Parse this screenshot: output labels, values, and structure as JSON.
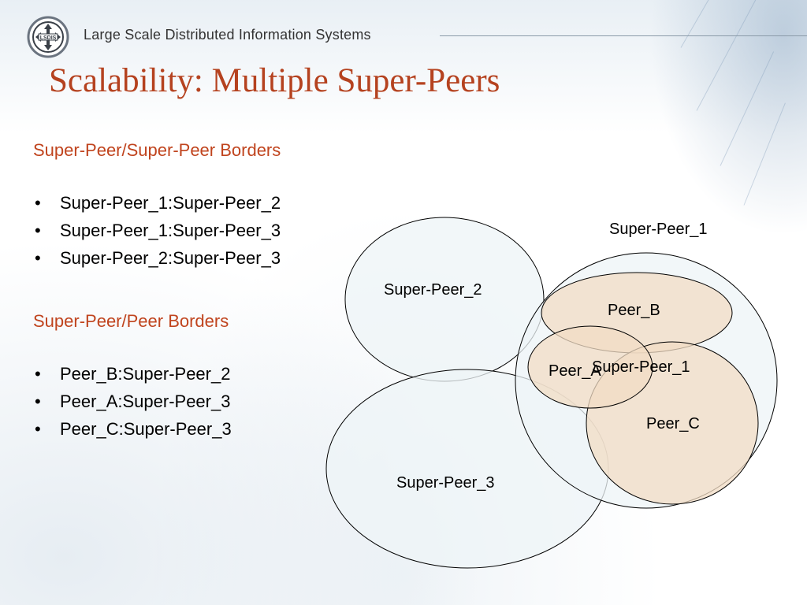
{
  "header": {
    "logo_text": "LSDIS",
    "course_title": "Large Scale Distributed Information Systems"
  },
  "slide": {
    "title": "Scalability: Multiple Super-Peers",
    "sections": [
      {
        "heading": "Super-Peer/Super-Peer Borders",
        "bullets": [
          "Super-Peer_1:Super-Peer_2",
          "Super-Peer_1:Super-Peer_3",
          "Super-Peer_2:Super-Peer_3"
        ]
      },
      {
        "heading": "Super-Peer/Peer Borders",
        "bullets": [
          "Peer_B:Super-Peer_2",
          "Peer_A:Super-Peer_3",
          "Peer_C:Super-Peer_3"
        ]
      }
    ]
  },
  "diagram": {
    "labels": {
      "super_peer_1_outer": "Super-Peer_1",
      "super_peer_2": "Super-Peer_2",
      "super_peer_3": "Super-Peer_3",
      "peer_b": "Peer_B",
      "peer_a": "Peer_A",
      "super_peer_1_inner": "Super-Peer_1",
      "peer_c": "Peer_C"
    },
    "colors": {
      "super_peer_fill": "#eef4f7",
      "peer_fill": "#f2dcc4",
      "outline": "#000000"
    }
  },
  "colors": {
    "title": "#b5421f",
    "heading": "#c0441e"
  }
}
